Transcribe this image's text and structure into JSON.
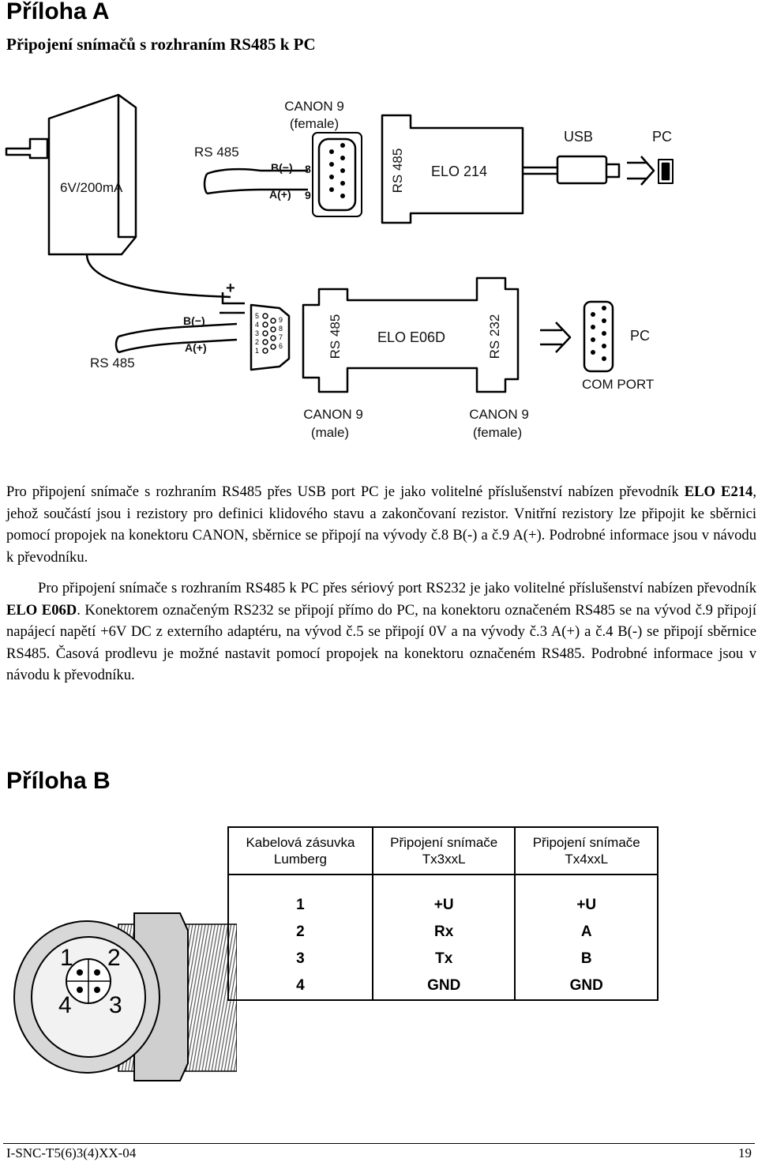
{
  "appendix_a": {
    "title": "Příloha A",
    "subtitle": "Připojení snímačů s rozhraním RS485 k PC"
  },
  "diagram_top": {
    "adapter": "6V/200mA",
    "cable": "RS 485",
    "b_label": "B(−)",
    "a_label": "A(+)",
    "pin8": "8",
    "pin9": "9",
    "connector_line1": "CANON 9",
    "connector_line2": "(female)",
    "converter_side": "RS 485",
    "converter_name": "ELO 214",
    "usb": "USB",
    "pc": "PC"
  },
  "diagram_bottom": {
    "plus": "+",
    "minus": "—",
    "b_label": "B(−)",
    "a_label": "A(+)",
    "cable": "RS 485",
    "left_pins": [
      "5",
      "4",
      "3",
      "2",
      "1"
    ],
    "right_pins": [
      "9",
      "8",
      "7",
      "6"
    ],
    "side_left": "RS 485",
    "converter_name": "ELO E06D",
    "side_right": "RS 232",
    "pc": "PC",
    "com_port": "COM PORT",
    "male_line1": "CANON 9",
    "male_line2": "(male)",
    "female_line1": "CANON 9",
    "female_line2": "(female)"
  },
  "paragraph1": {
    "a": "Pro připojení snímače s rozhraním RS485 přes USB port PC je jako volitelné příslušenství nabízen převodník ",
    "b": "ELO E214",
    "c": ", jehož součástí jsou i rezistory pro definici klidového stavu a zakončovaní rezistor. Vnitřní rezistory lze připojit ke sběrnici pomocí propojek na konektoru CANON, sběrnice se připojí na vývody č.8 B(-) a č.9 A(+). Podrobné informace jsou v návodu k převodníku."
  },
  "paragraph2": {
    "a": "Pro připojení snímače s rozhraním RS485 k PC přes sériový port RS232 je jako volitelné příslušenství nabízen převodník ",
    "b": "ELO E06D",
    "c": ". Konektorem označeným RS232 se připojí přímo do PC, na konektoru označeném RS485 se na vývod č.9 připojí napájecí napětí +6V DC z externího adaptéru, na vývod č.5 se připojí 0V a na vývody č.3 A(+) a č.4 B(-) se připojí  sběrnice RS485. Časová prodlevu je možné nastavit pomocí propojek na konektoru označeném RS485. Podrobné informace jsou v návodu k převodníku."
  },
  "appendix_b": {
    "title": "Příloha B",
    "connector_pins": [
      "1",
      "2",
      "4",
      "3"
    ]
  },
  "pin_table": {
    "headers": [
      [
        "Kabelová zásuvka",
        "Lumberg"
      ],
      [
        "Připojení snímače",
        "Tx3xxL"
      ],
      [
        "Připojení snímače",
        "Tx4xxL"
      ]
    ],
    "rows": [
      [
        "1",
        "+U",
        "+U"
      ],
      [
        "2",
        "Rx",
        "A"
      ],
      [
        "3",
        "Tx",
        "B"
      ],
      [
        "4",
        "GND",
        "GND"
      ]
    ]
  },
  "footer": {
    "doc_code": "I-SNC-T5(6)3(4)XX-04",
    "page_number": "19"
  }
}
